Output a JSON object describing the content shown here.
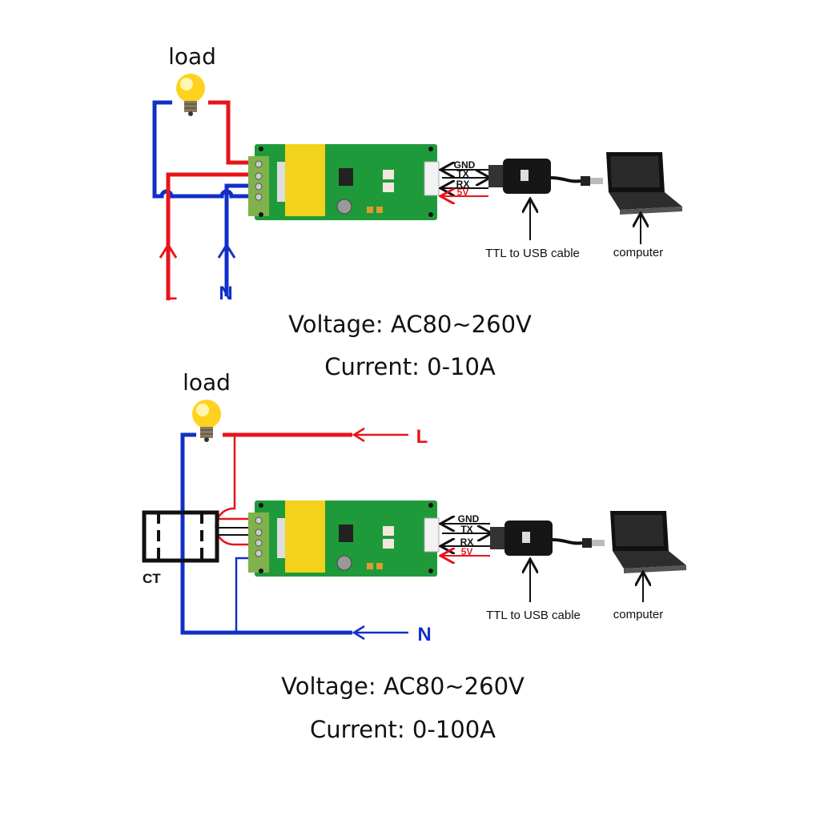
{
  "colors": {
    "live": "#e8141b",
    "neutral": "#1030c8",
    "board": "#1f9a3a",
    "transformer": "#f2d21a"
  },
  "diagram_top": {
    "load_label": "load",
    "line_label": "L",
    "neutral_label": "N",
    "signals": {
      "gnd": "GND",
      "tx": "TX",
      "rx": "RX",
      "v5": "5V"
    },
    "cable_label": "TTL to USB cable",
    "computer_label": "computer",
    "voltage": "Voltage: AC80~260V",
    "current": "Current: 0-10A"
  },
  "diagram_bottom": {
    "load_label": "load",
    "line_label": "L",
    "neutral_label": "N",
    "ct_label": "CT",
    "signals": {
      "gnd": "GND",
      "tx": "TX",
      "rx": "RX",
      "v5": "5V"
    },
    "cable_label": "TTL to USB cable",
    "computer_label": "computer",
    "voltage": "Voltage: AC80~260V",
    "current": "Current: 0-100A"
  }
}
